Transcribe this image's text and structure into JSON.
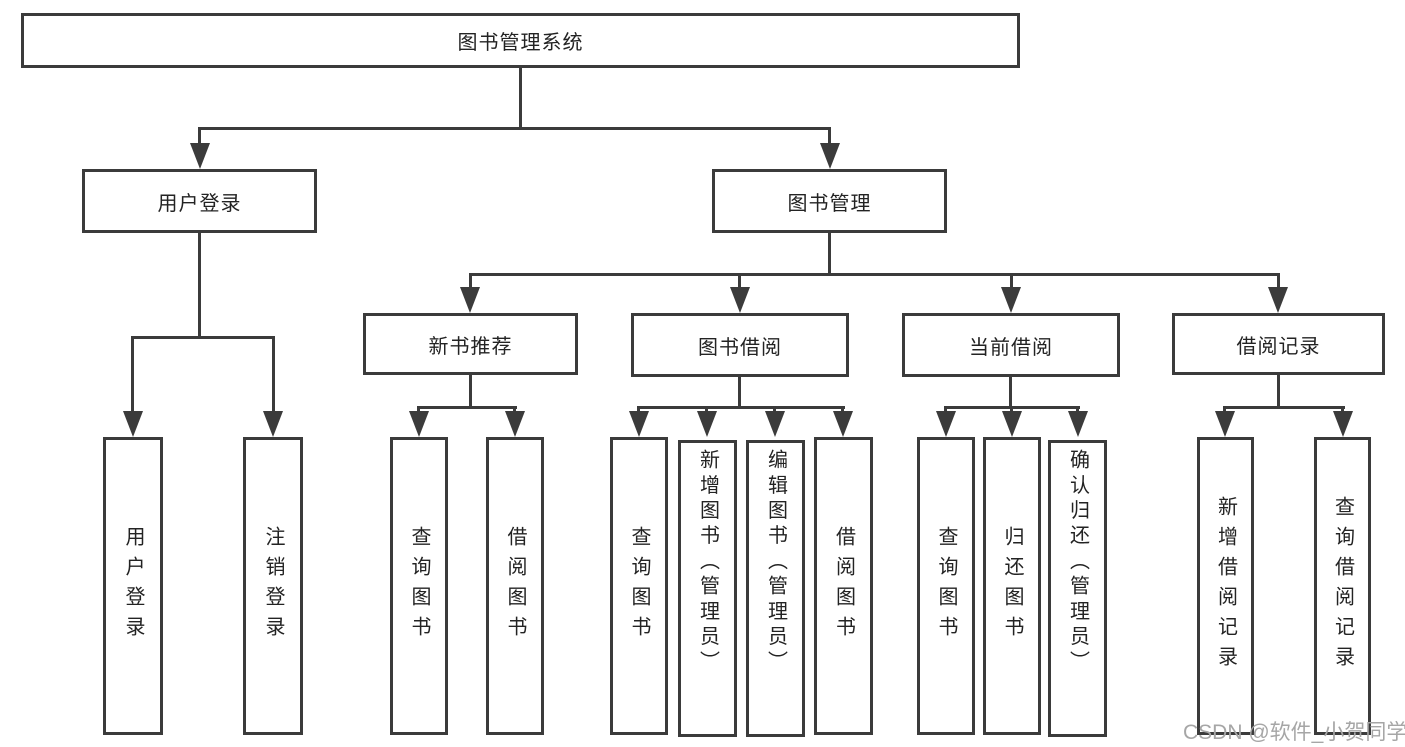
{
  "tree": {
    "label": "图书管理系统",
    "children": [
      {
        "label": "用户登录",
        "children": [
          {
            "label": "用户登录"
          },
          {
            "label": "注销登录"
          }
        ]
      },
      {
        "label": "图书管理",
        "children": [
          {
            "label": "新书推荐",
            "children": [
              {
                "label": "查询图书"
              },
              {
                "label": "借阅图书"
              }
            ]
          },
          {
            "label": "图书借阅",
            "children": [
              {
                "label": "查询图书"
              },
              {
                "label": "新增图书（管理员）"
              },
              {
                "label": "编辑图书（管理员）"
              },
              {
                "label": "借阅图书"
              }
            ]
          },
          {
            "label": "当前借阅",
            "children": [
              {
                "label": "查询图书"
              },
              {
                "label": "归还图书"
              },
              {
                "label": "确认归还（管理员）"
              }
            ]
          },
          {
            "label": "借阅记录",
            "children": [
              {
                "label": "新增借阅记录"
              },
              {
                "label": "查询借阅记录"
              }
            ]
          }
        ]
      }
    ]
  },
  "watermark": {
    "text": "CSDN @软件_小贺同学"
  },
  "colors": {
    "line": "#3b3b3b",
    "text": "#232323",
    "background": "#ffffff",
    "watermark": "#a6a6a6"
  }
}
